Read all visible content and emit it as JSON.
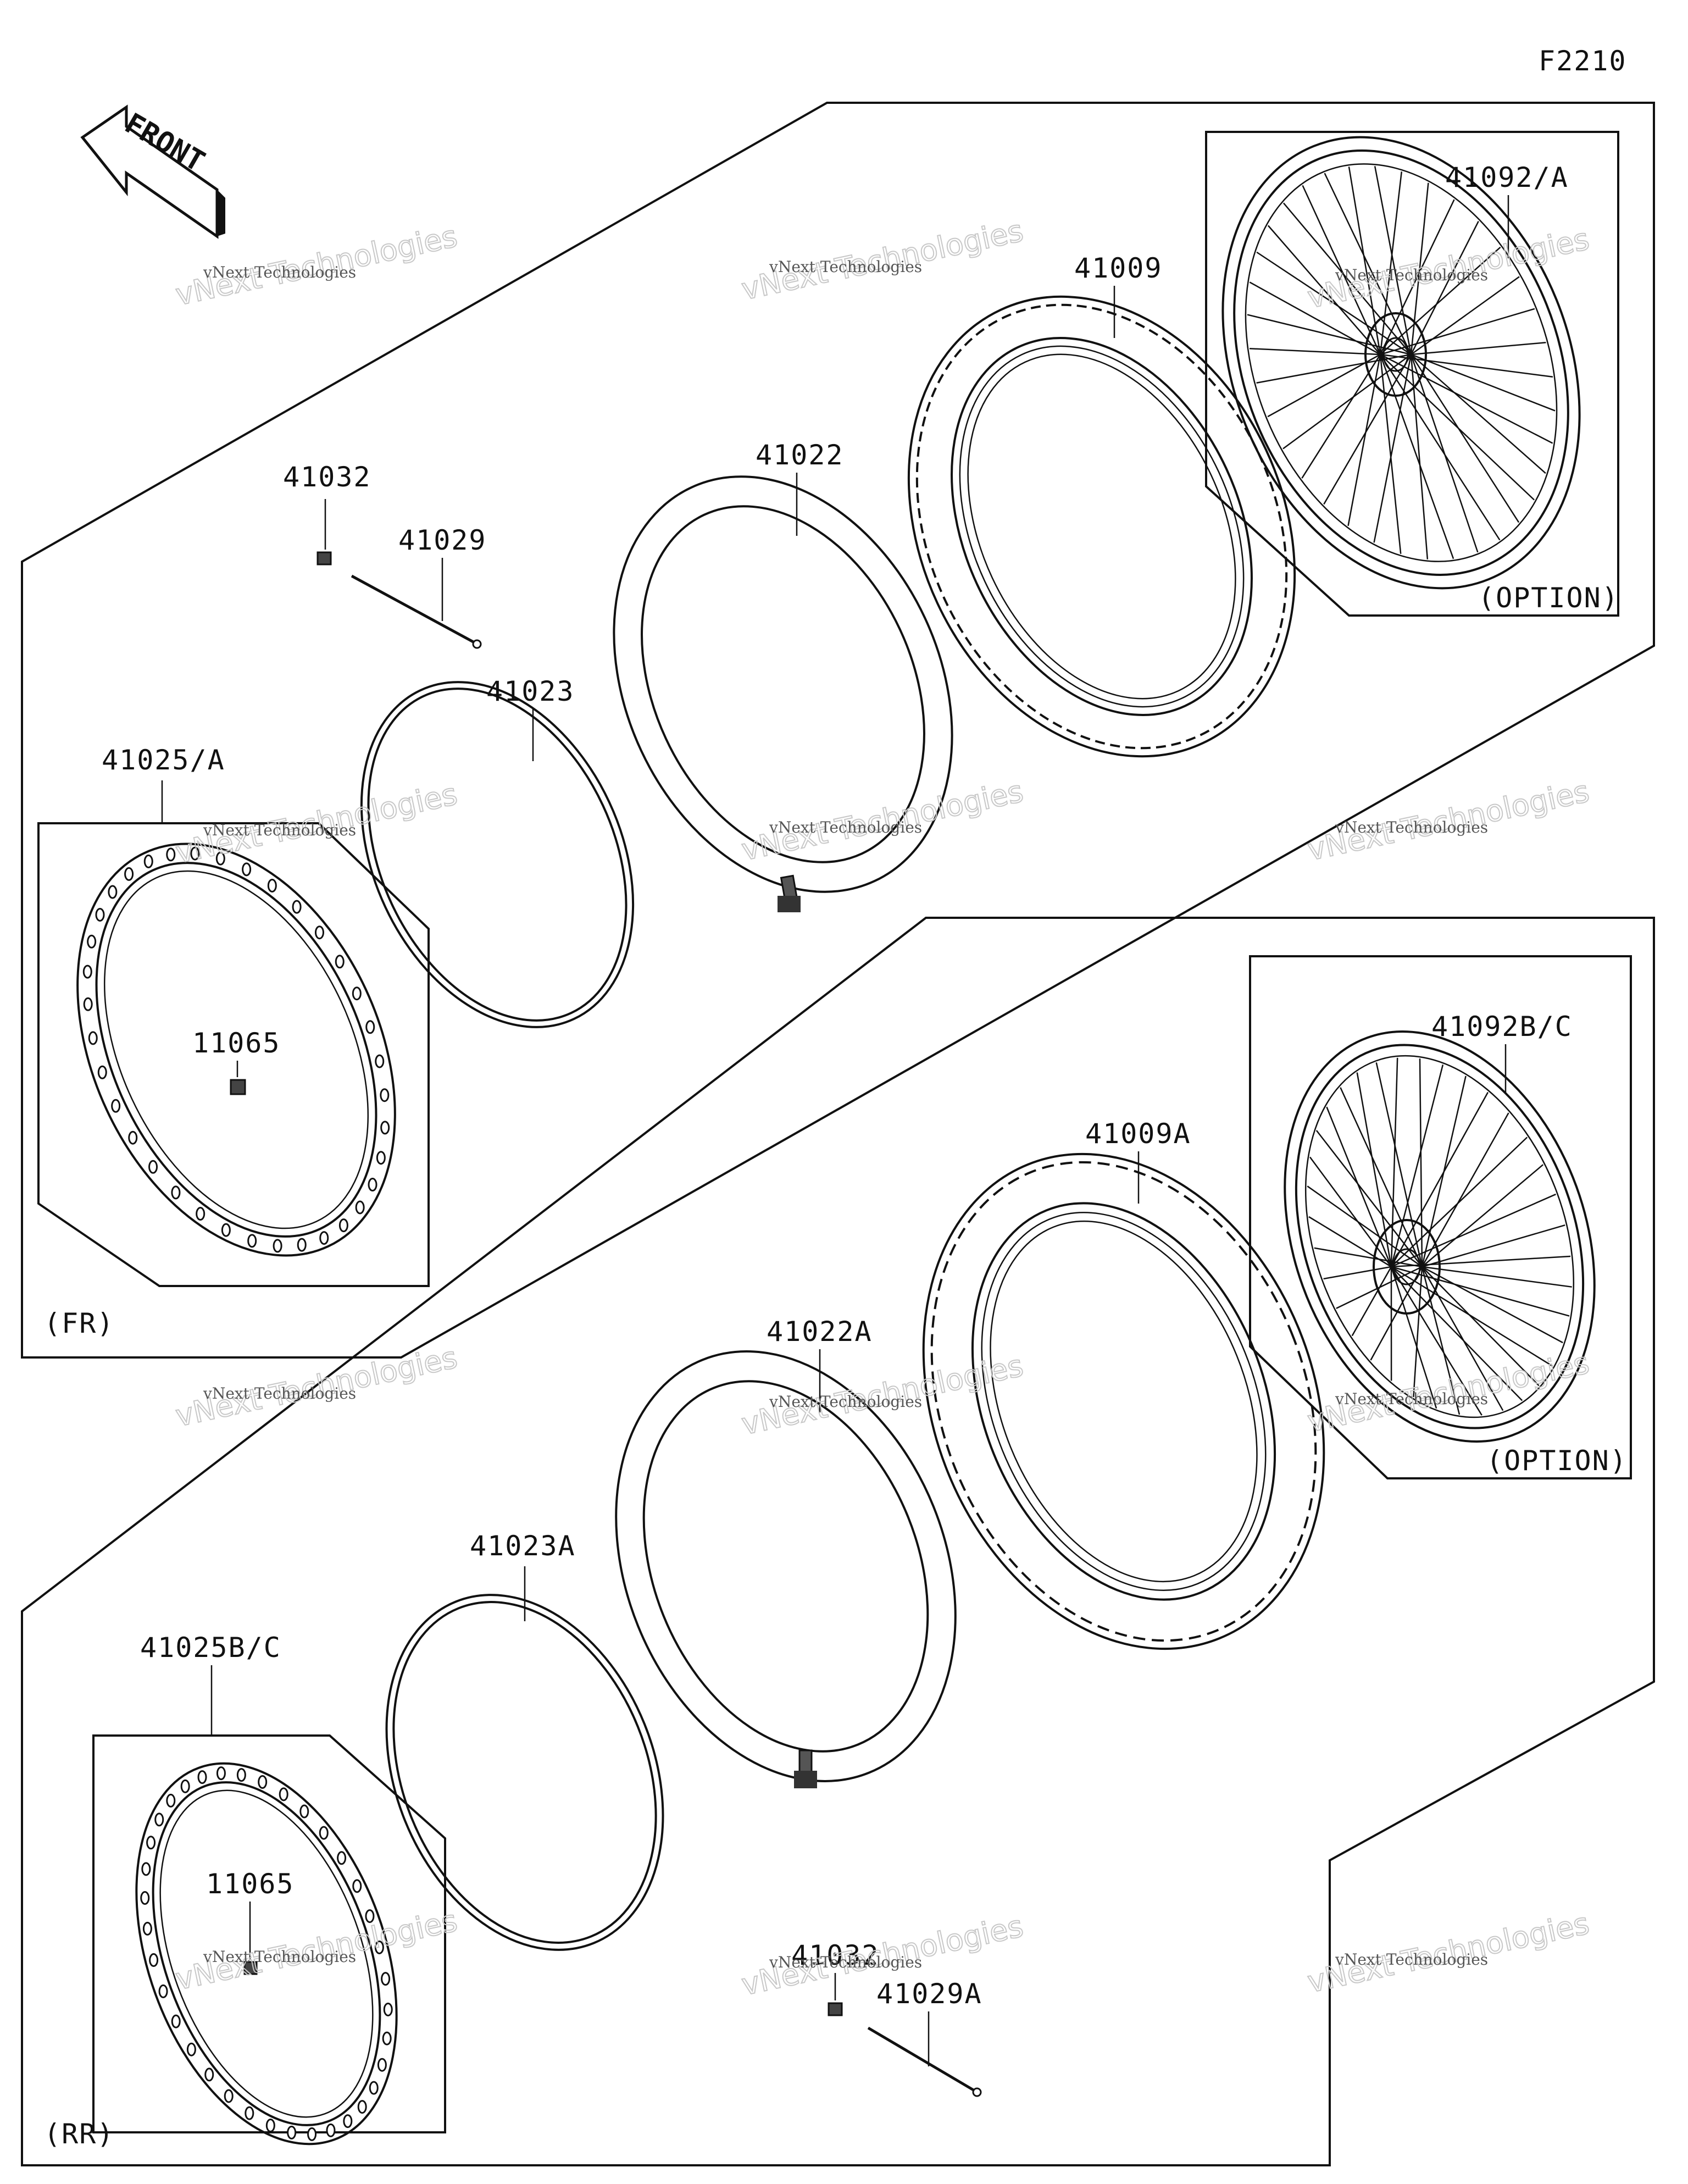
{
  "figure_code": "F2210",
  "front_label": "FRONT",
  "watermark": {
    "line1": "vNext Technologies",
    "line2": "vNext Technologies"
  },
  "sections": {
    "front": "(FR)",
    "rear": "(RR)"
  },
  "option_label": "(OPTION)",
  "parts": {
    "front_wheel_assy": "41092/A",
    "front_tire": "41009",
    "front_tube": "41022",
    "front_rim_band": "41023",
    "front_valve_cap": "41032",
    "front_spoke": "41029",
    "front_rim": "41025/A",
    "front_rim_nut": "11065",
    "rear_wheel_assy": "41092B/C",
    "rear_tire": "41009A",
    "rear_tube": "41022A",
    "rear_rim_band": "41023A",
    "rear_rim": "41025B/C",
    "rear_rim_nut": "11065",
    "rear_valve_cap": "41032",
    "rear_spoke": "41029A"
  },
  "colors": {
    "line": "#111111",
    "background": "#ffffff",
    "watermark": "#c8c8c8"
  }
}
